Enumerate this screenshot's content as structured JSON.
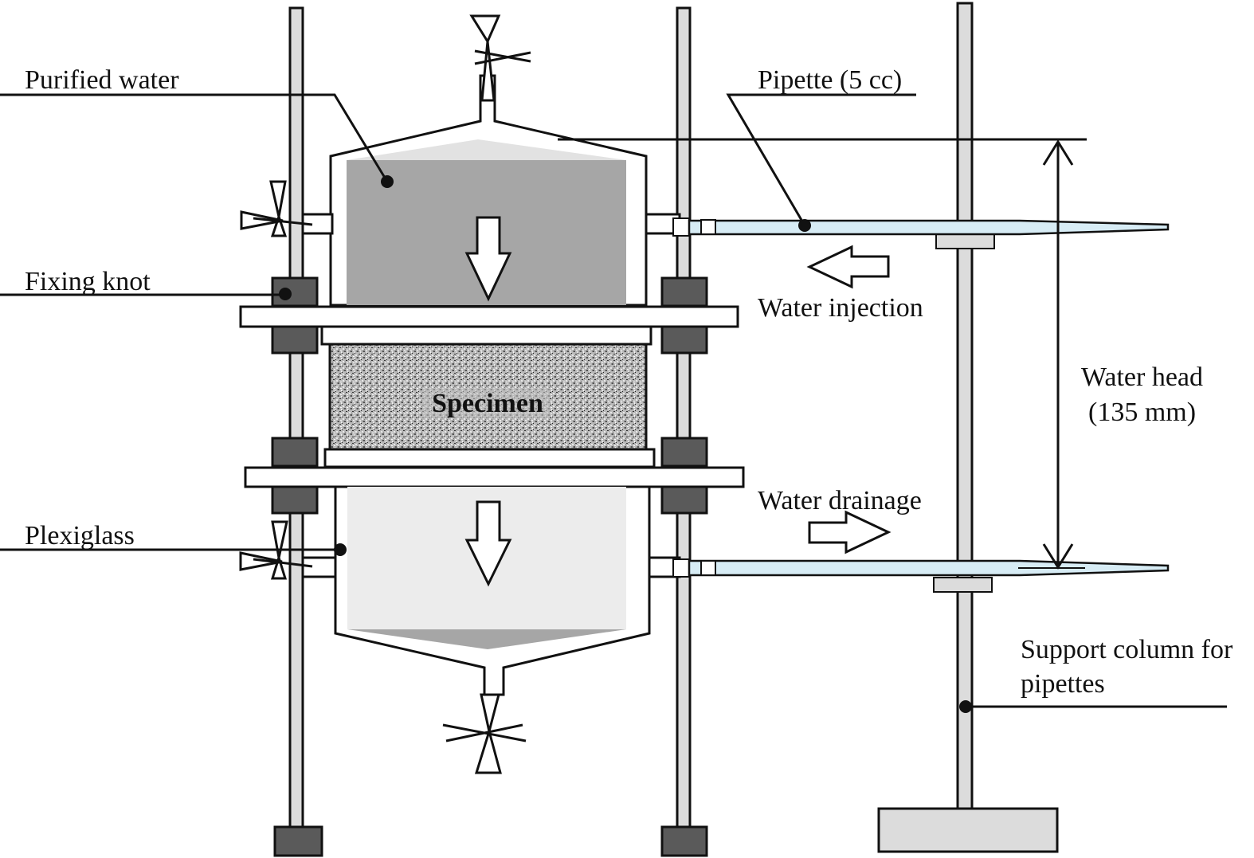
{
  "labels": {
    "purified_water": "Purified water",
    "fixing_knot": "Fixing knot",
    "plexiglass": "Plexiglass",
    "pipette": "Pipette (5 cc)",
    "water_injection": "Water injection",
    "water_head_line1": "Water head",
    "water_head_line2": "(135 mm)",
    "water_drainage": "Water drainage",
    "support_column_line1": "Support column for",
    "support_column_line2": "pipettes",
    "specimen": "Specimen"
  },
  "colors": {
    "rod_fill": "#dcdcdc",
    "knot_fill": "#5a5a5a",
    "upper_water": "#a6a6a6",
    "lower_water": "#ececec",
    "pipette_fill": "#d7ecf5",
    "stroke": "#111111"
  }
}
